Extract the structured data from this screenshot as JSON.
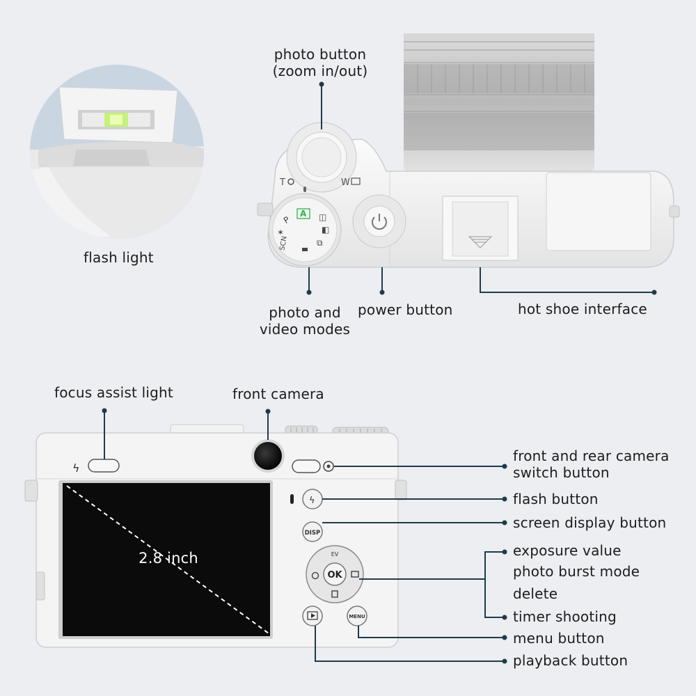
{
  "top_labels": {
    "photo_button_line1": "photo button",
    "photo_button_line2": "(zoom in/out)",
    "flash_light": "flash light",
    "modes_line1": "photo and",
    "modes_line2": "video modes",
    "power_button": "power button",
    "hot_shoe": "hot shoe interface"
  },
  "dial_marks": {
    "zoom_tele": "T",
    "zoom_wide": "W",
    "mode_p": "P",
    "mode_scn": "SCN",
    "mode_auto": "A"
  },
  "bottom_labels": {
    "focus_assist": "focus assist light",
    "front_camera": "front camera",
    "switch_line1": "front and rear camera",
    "switch_line2": "switch button",
    "flash_button": "flash button",
    "screen_display": "screen display button",
    "exposure": "exposure value",
    "burst": "photo burst mode",
    "delete": "delete",
    "timer": "timer shooting",
    "menu": "menu button",
    "playback": "playback button"
  },
  "camera_marks": {
    "screen_size": "2.8 inch",
    "disp": "DISP",
    "ev": "EV",
    "ok": "OK",
    "menu": "MENU"
  },
  "colors": {
    "background": "#eceef2",
    "body": "#f3f3f3",
    "screen": "#0b0b0b",
    "leader": "#1f3a4a",
    "auto_mode": "#2fb34a"
  }
}
